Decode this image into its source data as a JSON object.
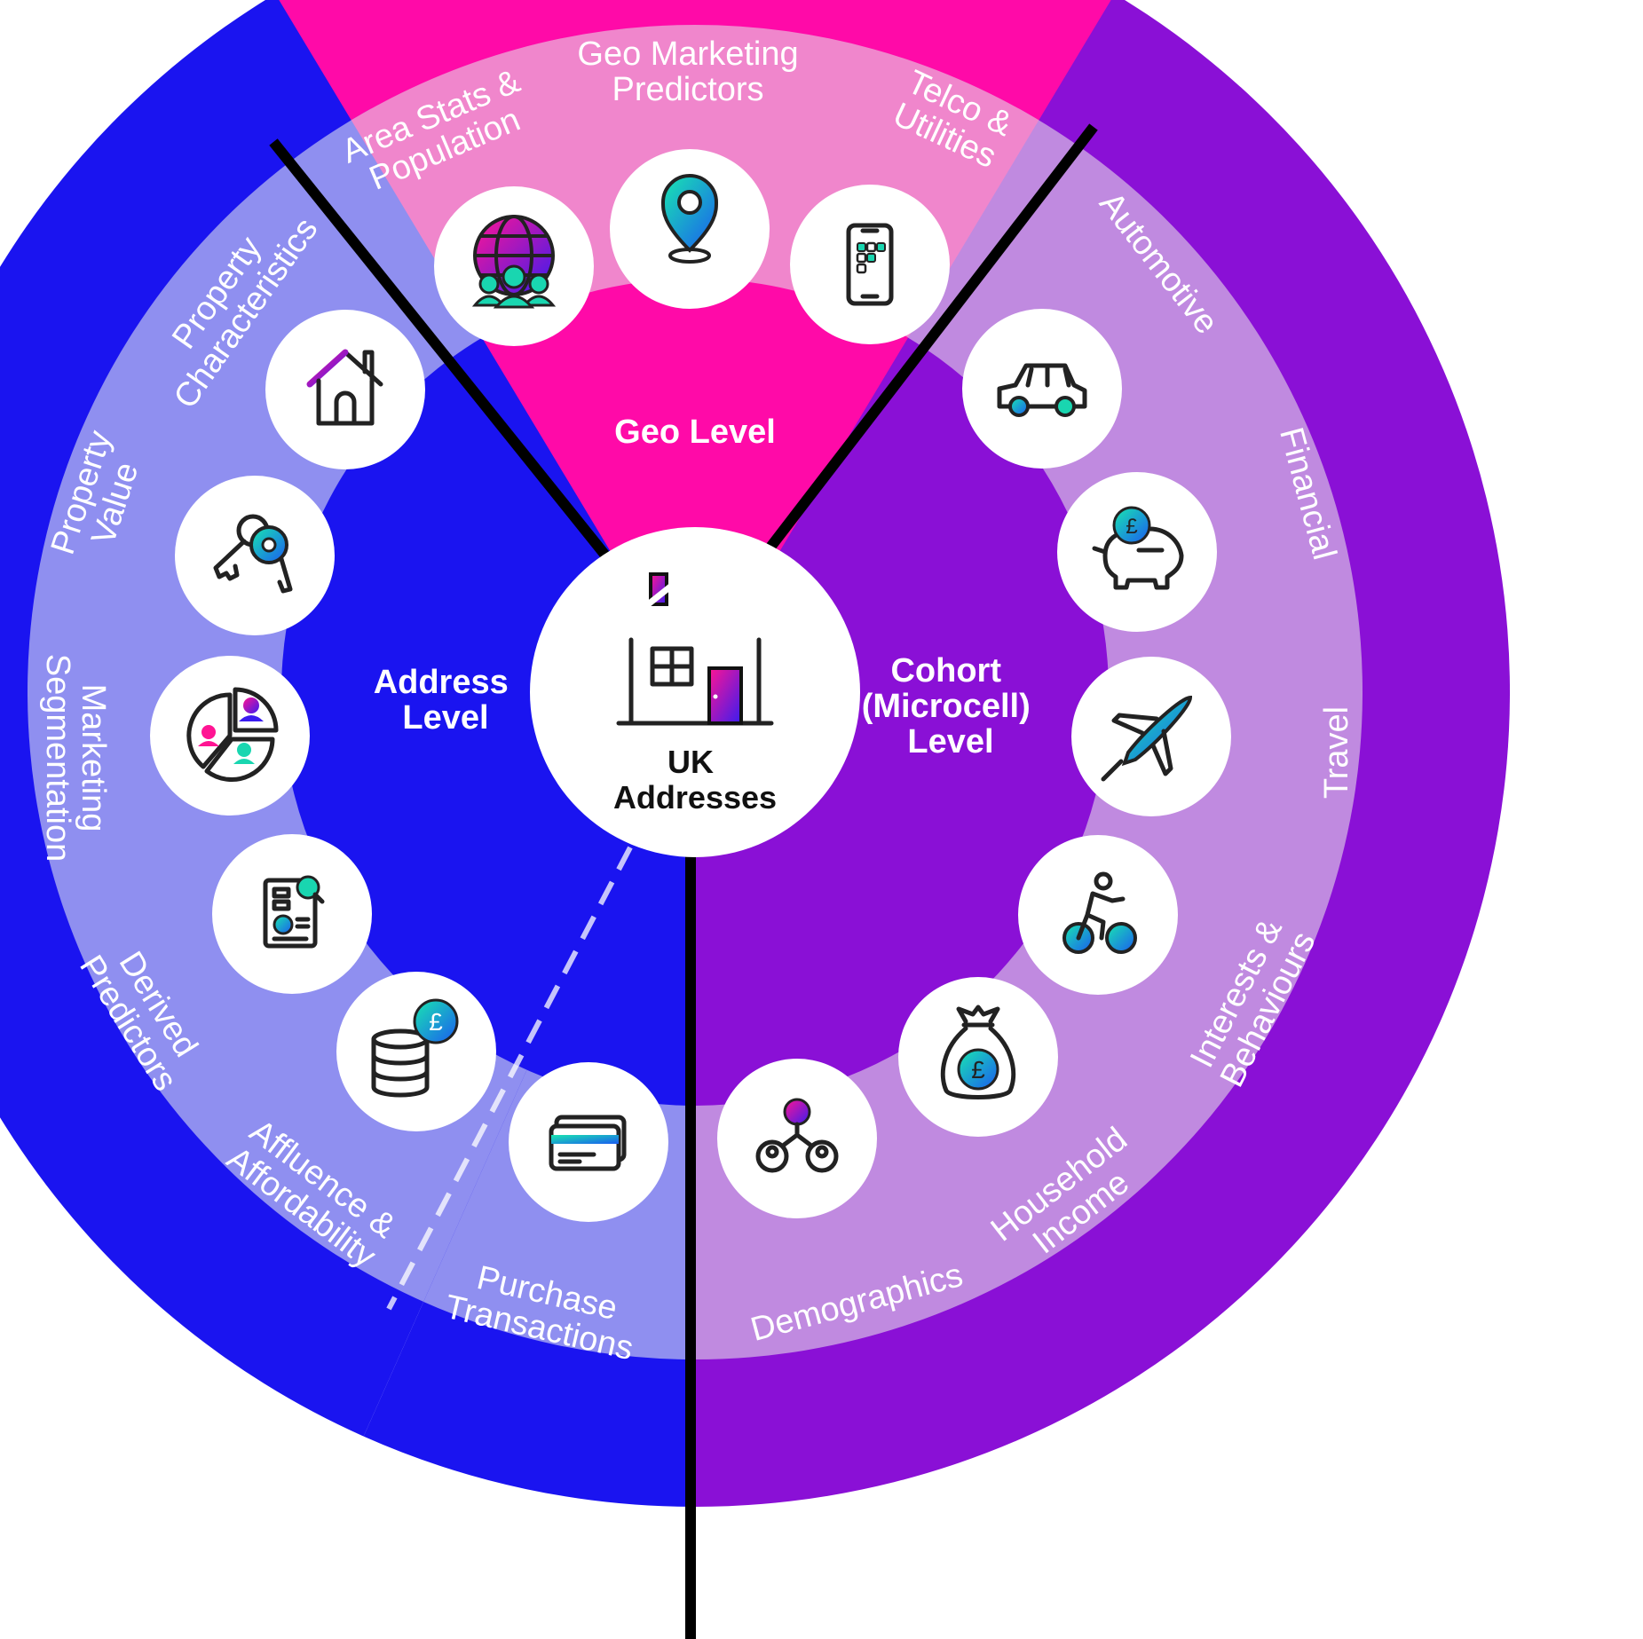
{
  "center": {
    "lines": [
      "UK",
      "Addresses"
    ],
    "icon": "house-icon"
  },
  "levels": {
    "geo": {
      "lines": [
        "Geo Level"
      ]
    },
    "address": {
      "lines": [
        "Address",
        "Level"
      ]
    },
    "cohort": {
      "lines": [
        "Cohort",
        "(Microcell)",
        "Level"
      ]
    }
  },
  "categories": [
    {
      "id": "area-stats-population",
      "level": "geo",
      "lines": [
        "Area Stats &",
        "Population"
      ],
      "icon": "globe-people-icon"
    },
    {
      "id": "geo-marketing-predictors",
      "level": "geo",
      "lines": [
        "Geo Marketing",
        "Predictors"
      ],
      "icon": "map-pin-icon"
    },
    {
      "id": "telco-utilities",
      "level": "geo",
      "lines": [
        "Telco &",
        "Utilities"
      ],
      "icon": "smartphone-icon"
    },
    {
      "id": "automotive",
      "level": "cohort",
      "lines": [
        "Automotive"
      ],
      "icon": "car-icon"
    },
    {
      "id": "financial",
      "level": "cohort",
      "lines": [
        "Financial"
      ],
      "icon": "piggy-bank-icon"
    },
    {
      "id": "travel",
      "level": "cohort",
      "lines": [
        "Travel"
      ],
      "icon": "airplane-icon"
    },
    {
      "id": "interests-behaviours",
      "level": "cohort",
      "lines": [
        "Interests &",
        "Behaviours"
      ],
      "icon": "cyclist-icon"
    },
    {
      "id": "household-income",
      "level": "cohort",
      "lines": [
        "Household",
        "Income"
      ],
      "icon": "money-bag-icon"
    },
    {
      "id": "demographics",
      "level": "cohort",
      "lines": [
        "Demographics"
      ],
      "icon": "people-network-icon"
    },
    {
      "id": "purchase-transactions",
      "level": "address",
      "lines": [
        "Purchase",
        "Transactions"
      ],
      "icon": "credit-cards-icon"
    },
    {
      "id": "affluence-affordability",
      "level": "address",
      "lines": [
        "Affluence &",
        "Affordability"
      ],
      "icon": "coins-pound-icon"
    },
    {
      "id": "derived-predictors",
      "level": "address",
      "lines": [
        "Derived",
        "Predictors"
      ],
      "icon": "report-analysis-icon"
    },
    {
      "id": "marketing-segmentation",
      "level": "address",
      "lines": [
        "Marketing",
        "Segmentation"
      ],
      "icon": "segmentation-pie-icon"
    },
    {
      "id": "property-value",
      "level": "address",
      "lines": [
        "Property",
        "Value"
      ],
      "icon": "keys-icon"
    },
    {
      "id": "property-characteristics",
      "level": "address",
      "lines": [
        "Property",
        "Characteristics"
      ],
      "icon": "house-outline-icon"
    }
  ],
  "colors": {
    "geo_outer": "#ff0aa8",
    "geo_middle": "#f086cc",
    "address_outer": "#1a14f0",
    "address_middle": "#8f8ff0",
    "cohort_outer": "#8a10d6",
    "cohort_middle": "#c08ae0",
    "accent_teal": "#19d6b0",
    "accent_pink": "#ff1493"
  }
}
